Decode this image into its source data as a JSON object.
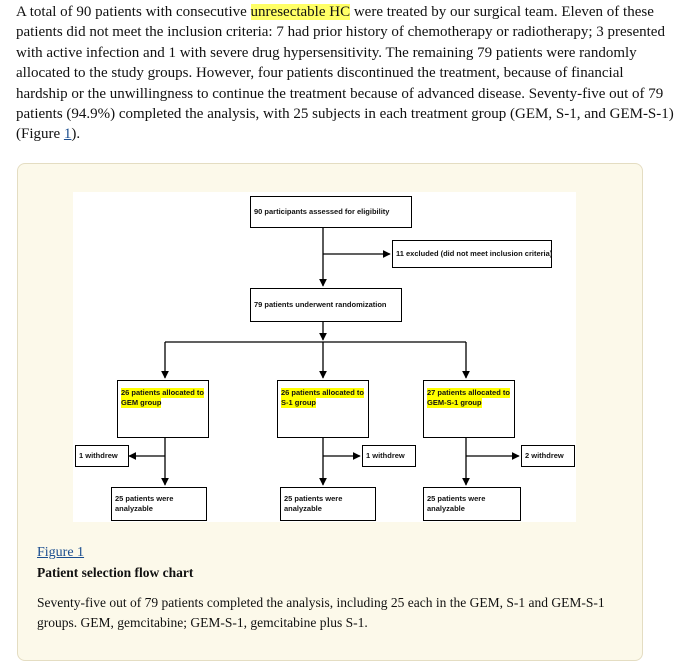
{
  "article": {
    "para_before": "A total of 90 patients with consecutive ",
    "highlight": "unresectable HC",
    "para_after": " were treated by our surgical team. Eleven of these patients did not meet the inclusion criteria: 7 had prior history of chemotherapy or radiotherapy; 3 presented with active infection and 1 with severe drug hypersensitivity. The remaining 79 patients were randomly allocated to the study groups. However, four patients discontinued the treatment, because of financial hardship or the unwillingness to continue the treatment because of advanced disease. Seventy-five out of 79 patients (94.9%) completed the analysis, with 25 subjects in each treatment group (GEM, S-1, and GEM-S-1) (Figure ",
    "fig_ref": "1",
    "para_end": ")."
  },
  "flowchart": {
    "assessed": "90 participants assessed for eligibility",
    "excluded": "11 excluded (did not meet inclusion criteria)",
    "randomized": "79 patients underwent randomization",
    "groups": [
      {
        "line1": "26 patients allocated to",
        "line2": "GEM group",
        "withdrew": "1 withdrew",
        "analyzable1": "25 patients were",
        "analyzable2": "analyzable"
      },
      {
        "line1": "26 patients allocated to",
        "line2": "S-1 group",
        "withdrew": "1 withdrew",
        "analyzable1": "25 patients were",
        "analyzable2": "analyzable"
      },
      {
        "line1": "27 patients allocated to",
        "line2": "GEM-S-1 group",
        "withdrew": "2 withdrew",
        "analyzable1": "25 patients were",
        "analyzable2": "analyzable"
      }
    ]
  },
  "figure": {
    "label": "Figure 1",
    "title": "Patient selection flow chart",
    "caption": "Seventy-five out of 79 patients completed the analysis, including 25 each in the GEM, S-1 and GEM-S-1 groups. GEM, gemcitabine; GEM-S-1, gemcitabine plus S-1."
  }
}
